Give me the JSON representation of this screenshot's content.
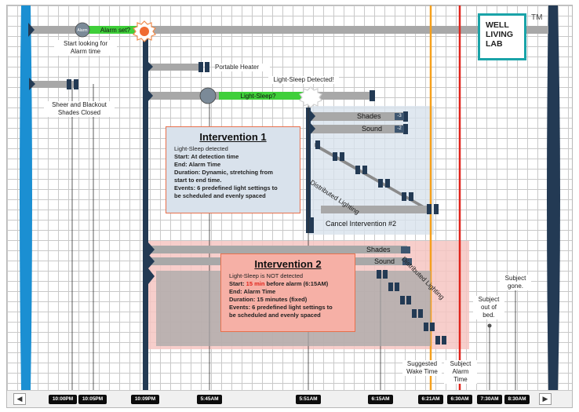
{
  "logo": {
    "line1": "WELL",
    "line2": "LIVING",
    "line3": "LAB",
    "tm": "TM"
  },
  "labels": {
    "start_alarm": "Start looking for\nAlarm time",
    "shades_closed": "Sheer and Blackout\nShades Closed",
    "portable_heater": "Portable Heater",
    "light_sleep_detected": "Light-Sleep Detected!",
    "alarm_set": "Alarm set?",
    "light_sleep_bar": "Light-Sleep?",
    "alarm_icon_text": "Alarm",
    "shades": "Shades",
    "sound": "Sound",
    "distributed_lighting": "Distributed Lighting",
    "cancel_intervention": "Cancel Intervention #2",
    "shades2": "Shades",
    "sound2": "Sound",
    "distributed_lighting2": "Distributed Lighting",
    "suggested_wake": "Suggested\nWake Time",
    "subject_alarm": "Subject\nAlarm\nTime",
    "subject_out": "Subject\nout of\nbed.",
    "subject_gone": "Subject\ngone.",
    "badge_minus3": "-3",
    "badge_minus2": "-2"
  },
  "intervention1": {
    "title": "Intervention 1",
    "l1": "Light-Sleep detected",
    "l2_key": "Start:",
    "l2_val": " At detection time",
    "l3_key": "End:",
    "l3_val": " Alarm Time",
    "l4_key": "Duration:",
    "l4_val": " Dynamic, stretching from",
    "l5": "start to end time.",
    "l6_key": "Events:",
    "l6_val": " 6 predefined light settings to",
    "l7": "be scheduled and evenly spaced"
  },
  "intervention2": {
    "title": "Intervention 2",
    "l1": "Light-Sleep is NOT detected",
    "l2_key": "Start:",
    "l2_red": " 15 min",
    "l2_val": " before alarm (6:15AM)",
    "l3_key": "End:",
    "l3_val": " Alarm Time",
    "l4_key": "Duration:",
    "l4_val": " 15 minutes (fixed)",
    "l5_key": "Events:",
    "l5_val": " 6 predefined light settings to",
    "l6": "be scheduled and evenly spaced"
  },
  "times": [
    "10:00PM",
    "10:05PM",
    "10:09PM",
    "5:45AM",
    "5:51AM",
    "6:15AM",
    "6:21AM",
    "6:30AM",
    "7:30AM",
    "8:30AM"
  ],
  "colors": {
    "navy": "#233a54",
    "blue": "#1b8fd2",
    "green": "#3fcf3a",
    "orange": "#f5a01d",
    "red": "#e0241c",
    "int1_fill": "#d2dce7",
    "int2_fill": "#f4a9a3",
    "teal": "#1aa3a8"
  }
}
